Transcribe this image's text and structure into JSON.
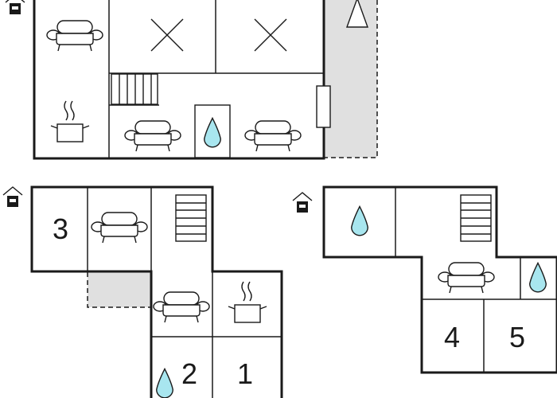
{
  "floorplan": {
    "colors": {
      "walls": "#1a1a1a",
      "terrace": "#e0e0e0",
      "water": "#a8e6ef",
      "background": "#ffffff"
    },
    "bottom_left": {
      "room_labels": {
        "room_3": "3",
        "room_2": "2",
        "room_1": "1"
      }
    },
    "bottom_right": {
      "room_labels": {
        "room_4": "4",
        "room_5": "5"
      }
    },
    "icons": [
      "house-entrance-icon",
      "sofa-icon",
      "bed-cross-icon",
      "stairs-icon",
      "stove-icon",
      "water-drop-icon",
      "compass-north-icon",
      "fireplace-icon"
    ]
  }
}
